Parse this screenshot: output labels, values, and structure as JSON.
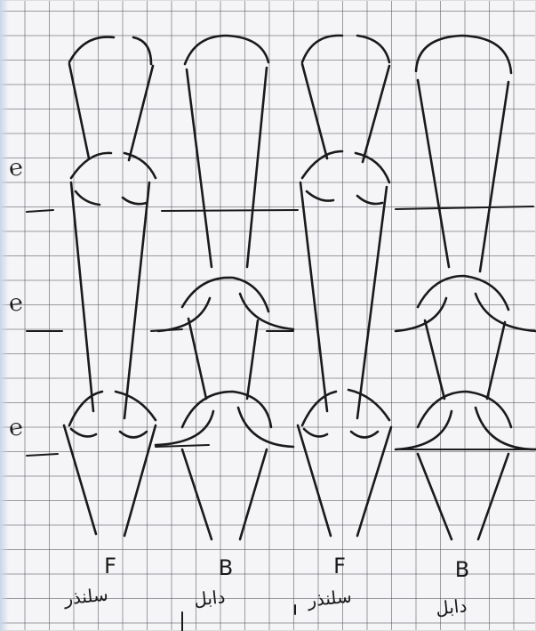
{
  "row_markers": [
    {
      "symbol": "℮"
    },
    {
      "symbol": "℮"
    },
    {
      "symbol": "℮"
    }
  ],
  "columns": [
    {
      "letter": "F",
      "subtitle": "سلنذر"
    },
    {
      "letter": "B",
      "subtitle": "دابل"
    },
    {
      "letter": "F",
      "subtitle": "سلنذر"
    },
    {
      "letter": "B",
      "subtitle": "دابل"
    }
  ],
  "colors": {
    "paper": "#f5f4f6",
    "grid": "#50505a",
    "ink": "#1a1a1a"
  }
}
